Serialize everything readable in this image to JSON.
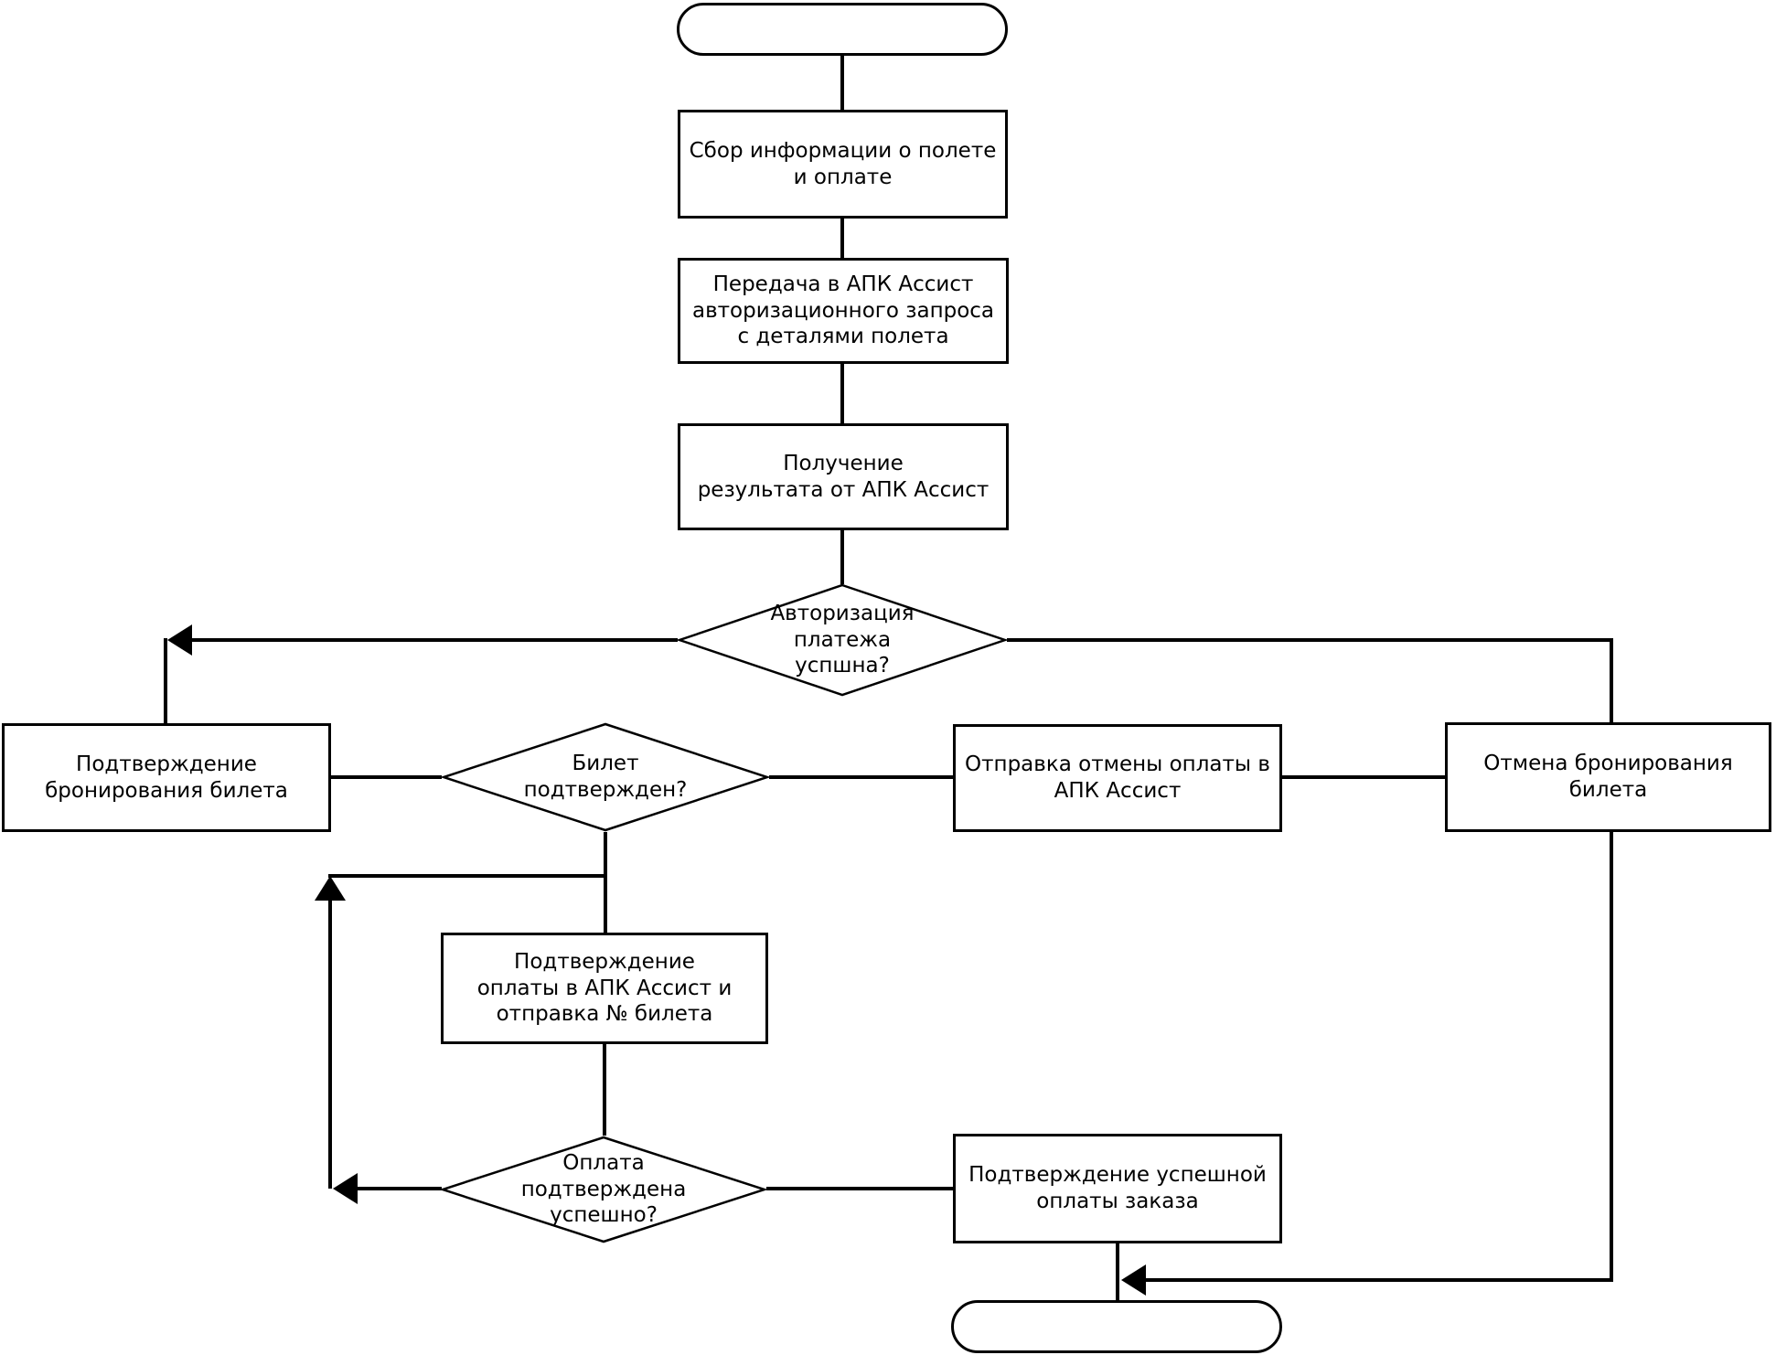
{
  "colors": {
    "stroke": "#000000",
    "fill": "#ffffff",
    "text": "#000000"
  },
  "nodes": {
    "start": {
      "type": "terminator",
      "label": ""
    },
    "collect_info": {
      "type": "process",
      "label": "Сбор информации о полете\nи оплате"
    },
    "send_auth": {
      "type": "process",
      "label": "Передача в АПК Ассист\nавторизационного запроса\nс деталями полета"
    },
    "get_result": {
      "type": "process",
      "label": "Получение\nрезультата от АПК Ассист"
    },
    "auth_check": {
      "type": "decision",
      "label": "Авторизация\nплатежа\nуспшна?"
    },
    "confirm_booking": {
      "type": "process",
      "label": "Подтверждение\nбронирования билета"
    },
    "ticket_check": {
      "type": "decision",
      "label": "Билет\nподтвержден?"
    },
    "send_cancel": {
      "type": "process",
      "label": "Отправка отмены оплаты в\nАПК Ассист"
    },
    "cancel_booking": {
      "type": "process",
      "label": "Отмена бронирования\nбилета"
    },
    "confirm_payment": {
      "type": "process",
      "label": "Подтверждение\nоплаты в АПК Ассист и\nотправка № билета"
    },
    "payment_check": {
      "type": "decision",
      "label": "Оплата\nподтверждена\nуспешно?"
    },
    "confirm_order": {
      "type": "process",
      "label": "Подтверждение успешной\nоплаты заказа"
    },
    "end": {
      "type": "terminator",
      "label": ""
    }
  },
  "edges": [
    {
      "from": "start",
      "to": "collect_info"
    },
    {
      "from": "collect_info",
      "to": "send_auth"
    },
    {
      "from": "send_auth",
      "to": "get_result"
    },
    {
      "from": "get_result",
      "to": "auth_check"
    },
    {
      "from": "auth_check",
      "to": "confirm_booking",
      "branch": "left"
    },
    {
      "from": "auth_check",
      "to": "cancel_booking",
      "branch": "right"
    },
    {
      "from": "confirm_booking",
      "to": "ticket_check"
    },
    {
      "from": "ticket_check",
      "to": "send_cancel",
      "branch": "right"
    },
    {
      "from": "send_cancel",
      "to": "cancel_booking"
    },
    {
      "from": "ticket_check",
      "to": "confirm_payment",
      "branch": "down"
    },
    {
      "from": "confirm_payment",
      "to": "payment_check"
    },
    {
      "from": "payment_check",
      "to": "confirm_payment",
      "branch": "loop-left"
    },
    {
      "from": "payment_check",
      "to": "confirm_order",
      "branch": "right"
    },
    {
      "from": "cancel_booking",
      "to": "end"
    },
    {
      "from": "confirm_order",
      "to": "end"
    }
  ]
}
